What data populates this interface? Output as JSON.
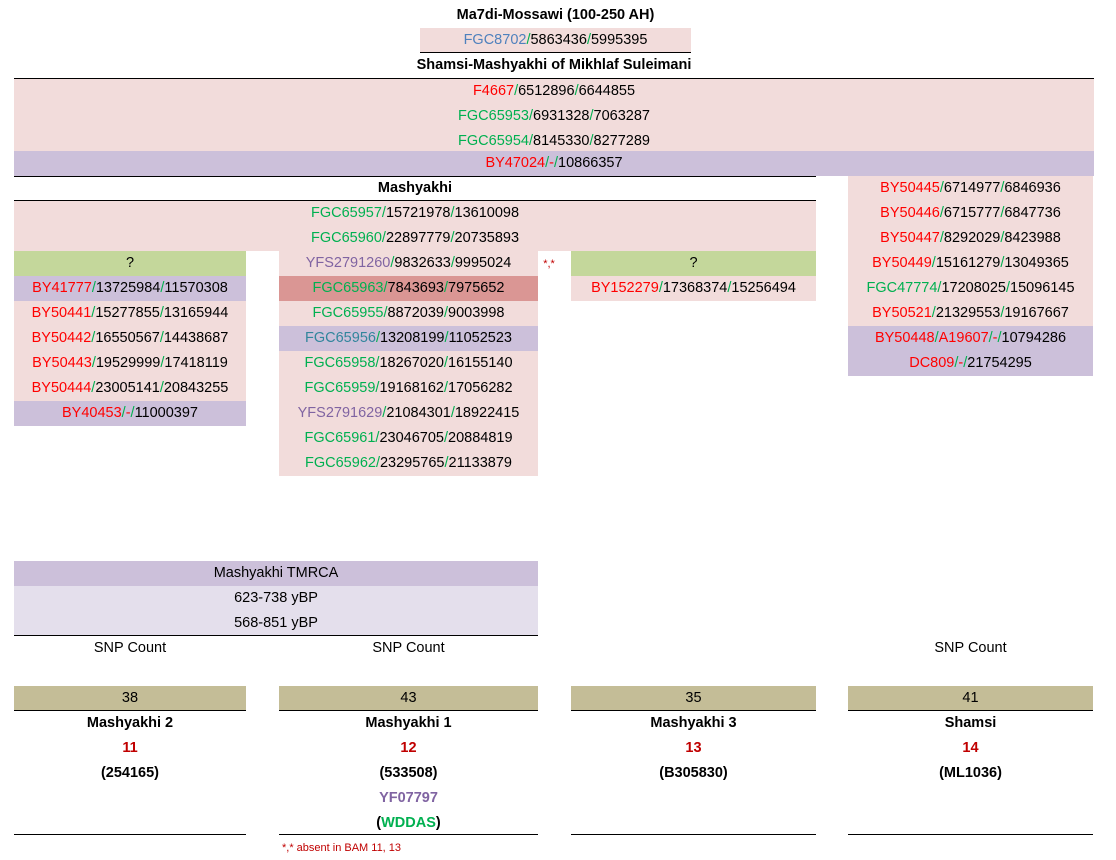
{
  "header": {
    "title": "Ma7di-Mossawi (100-250 AH)",
    "snp1": {
      "name": "FGC8702",
      "pos1": "5863436",
      "pos2": "5995395"
    },
    "subtitle": "Shamsi-Mashyakhi of Mikhlaf Suleimani",
    "snps": [
      {
        "name": "F4667",
        "pos1": "6512896",
        "pos2": "6644855"
      },
      {
        "name": "FGC65953",
        "pos1": "6931328",
        "pos2": "7063287"
      },
      {
        "name": "FGC65954",
        "pos1": "8145330",
        "pos2": "8277289"
      },
      {
        "name": "BY47024",
        "pos1": "-",
        "pos2": "10866357"
      }
    ]
  },
  "mashyakhi": {
    "title": "Mashyakhi",
    "snps": [
      {
        "name": "FGC65957",
        "pos1": "15721978",
        "pos2": "13610098"
      },
      {
        "name": "FGC65960",
        "pos1": "22897779",
        "pos2": "20735893"
      }
    ]
  },
  "col1": {
    "head": "?",
    "snps": [
      {
        "name": "BY41777",
        "pos1": "13725984",
        "pos2": "11570308"
      },
      {
        "name": "BY50441",
        "pos1": "15277855",
        "pos2": "13165944"
      },
      {
        "name": "BY50442",
        "pos1": "16550567",
        "pos2": "14438687"
      },
      {
        "name": "BY50443",
        "pos1": "19529999",
        "pos2": "17418119"
      },
      {
        "name": "BY50444",
        "pos1": "23005141",
        "pos2": "20843255"
      },
      {
        "name": "BY40453",
        "pos1": "-",
        "pos2": "11000397"
      }
    ]
  },
  "col2": {
    "star": "*,*",
    "snps": [
      {
        "name": "YFS2791260",
        "pos1": "9832633",
        "pos2": "9995024"
      },
      {
        "name": "FGC65963",
        "pos1": "7843693",
        "pos2": "7975652"
      },
      {
        "name": "FGC65955",
        "pos1": "8872039",
        "pos2": "9003998"
      },
      {
        "name": "FGC65956",
        "pos1": "13208199",
        "pos2": "11052523"
      },
      {
        "name": "FGC65958",
        "pos1": "18267020",
        "pos2": "16155140"
      },
      {
        "name": "FGC65959",
        "pos1": "19168162",
        "pos2": "17056282"
      },
      {
        "name": "YFS2791629",
        "pos1": "21084301",
        "pos2": "18922415"
      },
      {
        "name": "FGC65961",
        "pos1": "23046705",
        "pos2": "20884819"
      },
      {
        "name": "FGC65962",
        "pos1": "23295765",
        "pos2": "21133879"
      }
    ]
  },
  "col3": {
    "head": "?",
    "snps": [
      {
        "name": "BY152279",
        "pos1": "17368374",
        "pos2": "15256494"
      }
    ]
  },
  "col4": {
    "snps": [
      {
        "name": "BY50445",
        "pos1": "6714977",
        "pos2": "6846936"
      },
      {
        "name": "BY50446",
        "pos1": "6715777",
        "pos2": "6847736"
      },
      {
        "name": "BY50447",
        "pos1": "8292029",
        "pos2": "8423988"
      },
      {
        "name": "BY50449",
        "pos1": "15161279",
        "pos2": "13049365"
      },
      {
        "name": "FGC47774",
        "pos1": "17208025",
        "pos2": "15096145"
      },
      {
        "name": "BY50521",
        "pos1": "21329553",
        "pos2": "19167667"
      }
    ],
    "special": {
      "name1": "BY50448",
      "name2": "A19607",
      "pos1": "-",
      "pos2": "10794286"
    },
    "last": {
      "name": "DC809",
      "pos1": "-",
      "pos2": "21754295"
    }
  },
  "tmrca": {
    "title": "Mashyakhi TMRCA",
    "range1": "623-738 yBP",
    "range2": "568-851 yBP"
  },
  "snp_count_label": "SNP Count",
  "bottom": [
    {
      "count": "38",
      "name": "Mashyakhi 2",
      "num": "11",
      "kit": "(254165)"
    },
    {
      "count": "43",
      "name": "Mashyakhi 1",
      "num": "12",
      "kit": "(533508)",
      "extra": "YF07797",
      "paren_open": "(",
      "extra2": "WDDAS",
      "paren_close": ")"
    },
    {
      "count": "35",
      "name": "Mashyakhi 3",
      "num": "13",
      "kit": "(B305830)"
    },
    {
      "count": "41",
      "name": "Shamsi",
      "num": "14",
      "kit": "(ML1036)"
    }
  ],
  "footnote": "*,* absent in BAM 11, 13",
  "colors": {
    "pink": "#f2dcdb",
    "lavender": "#ccc0da",
    "green": "#c4d79b",
    "tan": "#c4bd97",
    "rose": "#da9694",
    "red": "#ff0000",
    "snp_green": "#00b050",
    "snp_blue": "#4f81bd",
    "snp_purple": "#8064a2",
    "dark_red": "#c00000"
  }
}
